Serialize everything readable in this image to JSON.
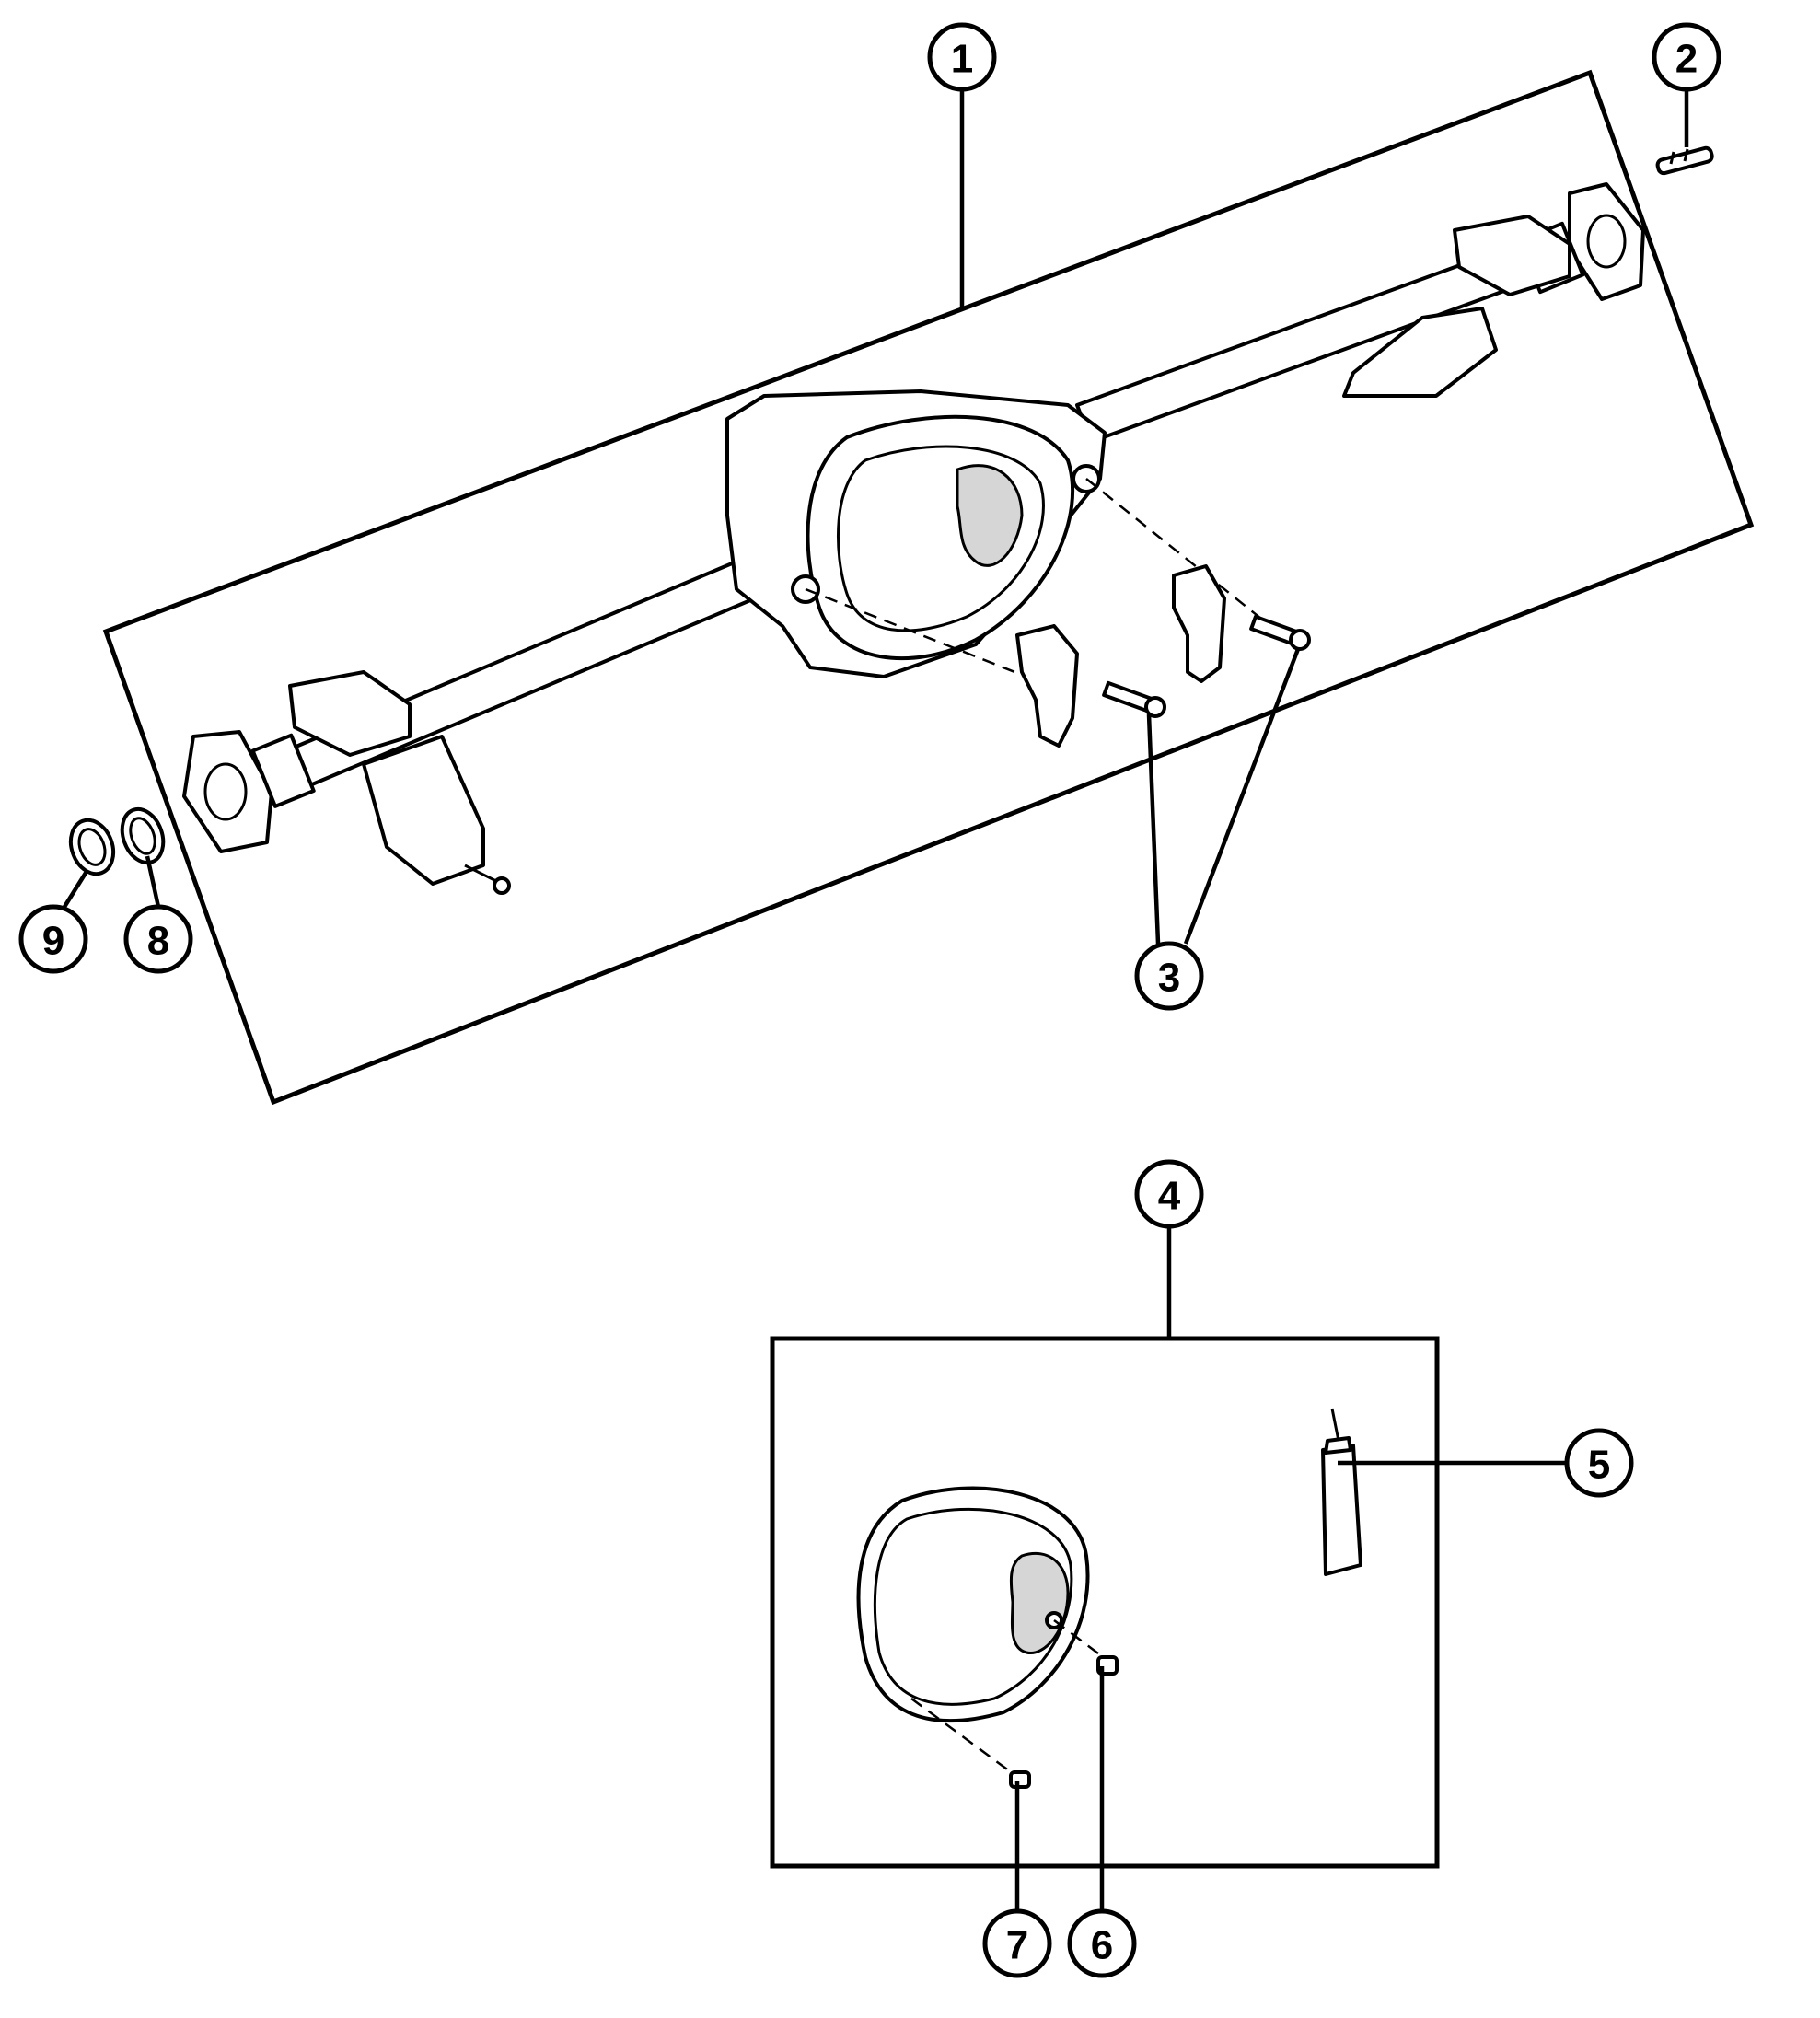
{
  "callouts": [
    {
      "id": "1",
      "label": "1"
    },
    {
      "id": "2",
      "label": "2"
    },
    {
      "id": "3",
      "label": "3"
    },
    {
      "id": "4",
      "label": "4"
    },
    {
      "id": "5",
      "label": "5"
    },
    {
      "id": "6",
      "label": "6"
    },
    {
      "id": "7",
      "label": "7"
    },
    {
      "id": "8",
      "label": "8"
    },
    {
      "id": "9",
      "label": "9"
    }
  ],
  "parts": [
    {
      "callout": "1",
      "name": "axle-housing-assembly"
    },
    {
      "callout": "2",
      "name": "vent-fitting"
    },
    {
      "callout": "3",
      "name": "bearing-cap-bolts"
    },
    {
      "callout": "4",
      "name": "differential-cover-kit"
    },
    {
      "callout": "5",
      "name": "sealant-tube"
    },
    {
      "callout": "6",
      "name": "fill-plug"
    },
    {
      "callout": "7",
      "name": "cover-bolt"
    },
    {
      "callout": "8",
      "name": "axle-seal"
    },
    {
      "callout": "9",
      "name": "retainer-ring"
    }
  ]
}
